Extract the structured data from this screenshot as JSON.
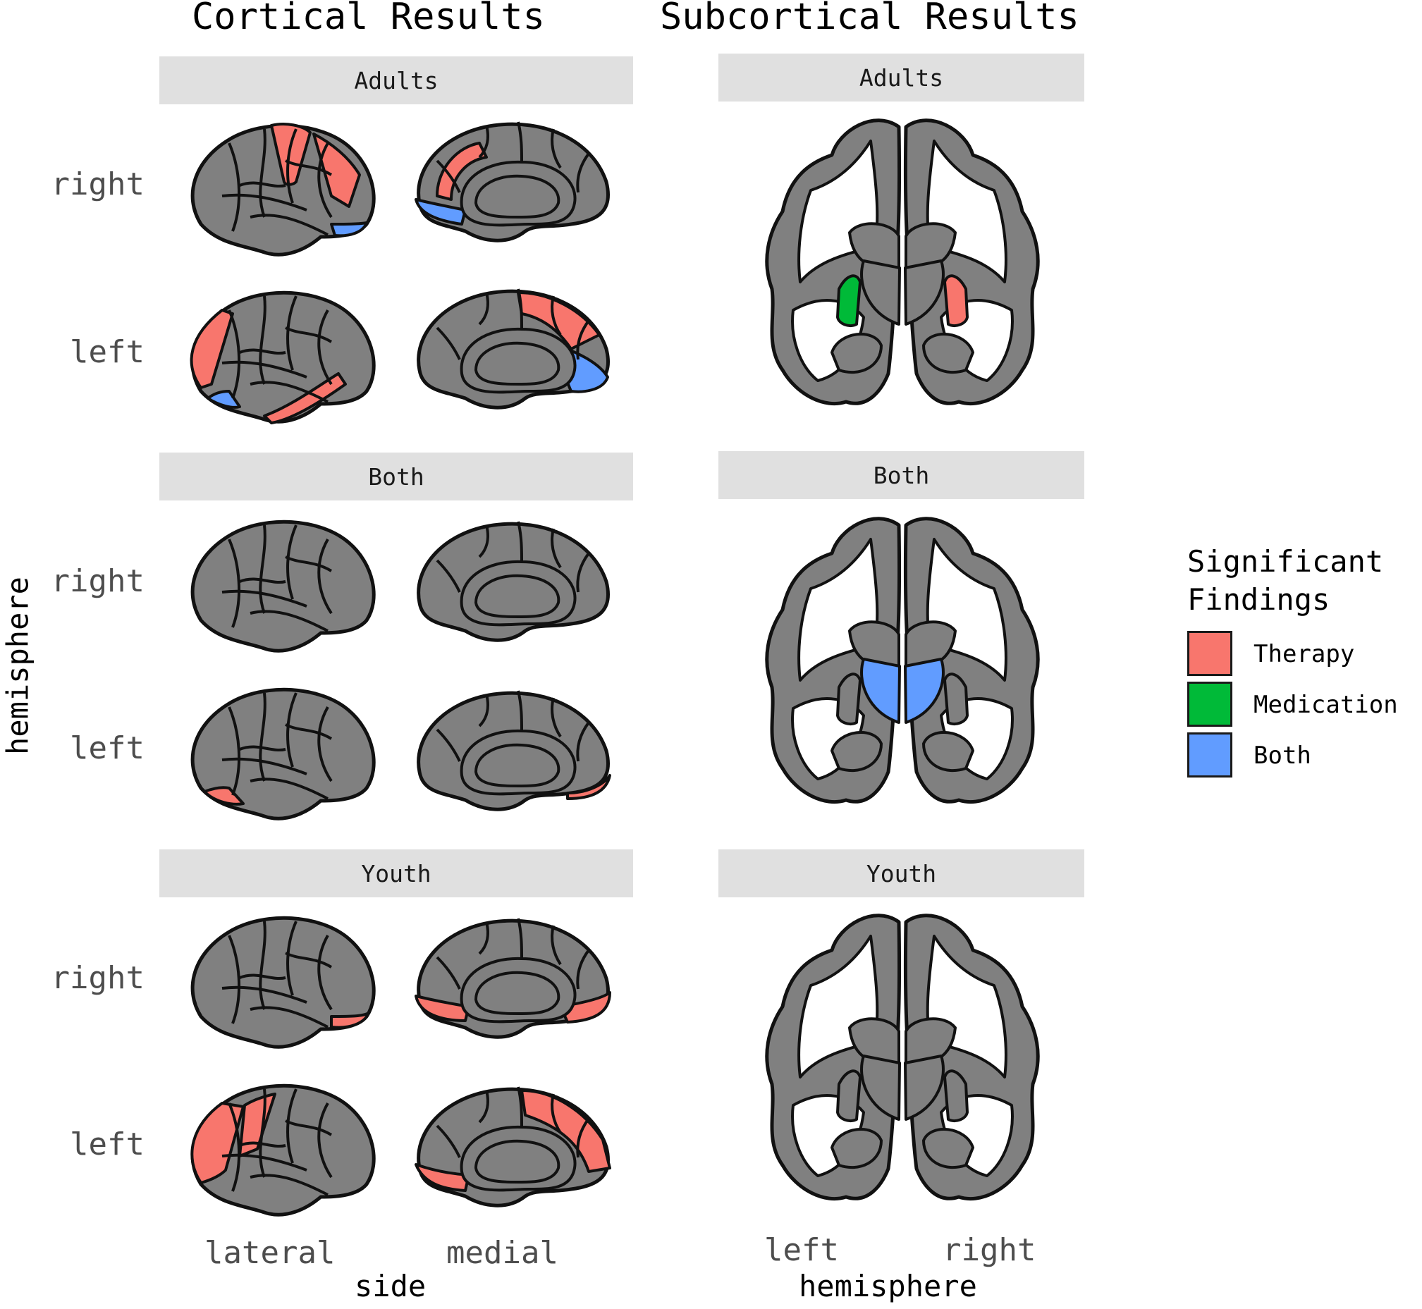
{
  "titles": {
    "cortical": "Cortical Results",
    "subcortical": "Subcortical Results"
  },
  "panels": [
    "Adults",
    "Both",
    "Youth"
  ],
  "row_labels": {
    "right": "right",
    "left": "left"
  },
  "cortical_axis": {
    "ticks": [
      "lateral",
      "medial"
    ],
    "title": "side"
  },
  "subcortical_axis": {
    "ticks": [
      "left",
      "right"
    ],
    "title": "hemisphere"
  },
  "y_axis_title": "hemisphere",
  "legend": {
    "title_line1": "Significant",
    "title_line2": "Findings",
    "items": [
      {
        "label": "Therapy",
        "color": "#f8766d"
      },
      {
        "label": "Medication",
        "color": "#00ba38"
      },
      {
        "label": "Both",
        "color": "#619cff"
      }
    ]
  },
  "colors": {
    "region": "#808080",
    "outline": "#111111",
    "strip": "#e0e0e0"
  },
  "findings": {
    "Adults": {
      "right_lateral": [
        "Therapy",
        "Both"
      ],
      "right_medial": [
        "Therapy",
        "Both"
      ],
      "left_lateral": [
        "Therapy",
        "Both"
      ],
      "left_medial": [
        "Therapy",
        "Both"
      ],
      "subcortical_left": "Medication",
      "subcortical_right": "Therapy"
    },
    "Both": {
      "right_lateral": [],
      "right_medial": [],
      "left_lateral": [
        "Therapy"
      ],
      "left_medial": [
        "Therapy"
      ],
      "subcortical_thalamus": "Both"
    },
    "Youth": {
      "right_lateral": [
        "Therapy"
      ],
      "right_medial": [
        "Therapy"
      ],
      "left_lateral": [
        "Therapy"
      ],
      "left_medial": [
        "Therapy"
      ]
    }
  }
}
